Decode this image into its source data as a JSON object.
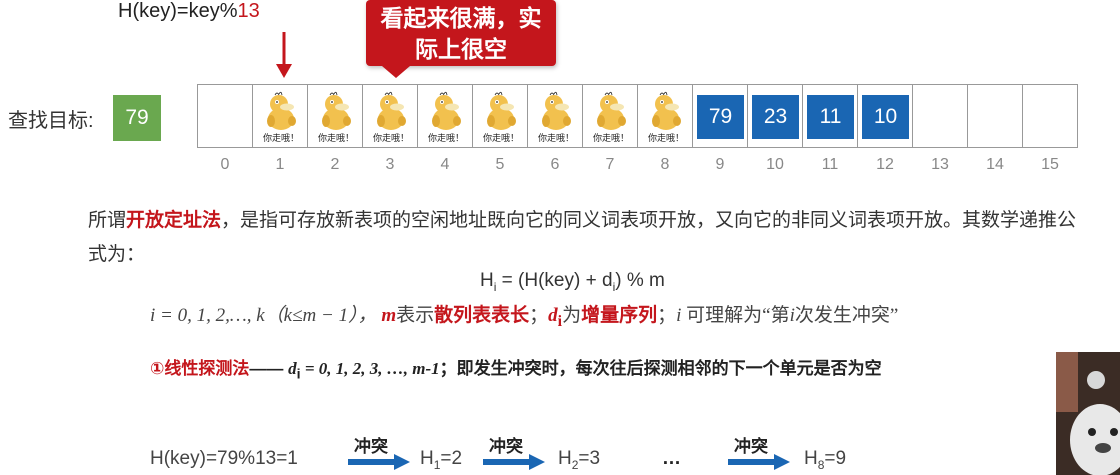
{
  "hash_formula": {
    "prefix": "H(key)=key%",
    "modulus": "13"
  },
  "callout": {
    "line1": "看起来很满，实",
    "line2": "际上很空"
  },
  "target": {
    "label": "查找目标:",
    "value": "79"
  },
  "table": {
    "cells": [
      {
        "type": "empty"
      },
      {
        "type": "duck",
        "caption": "你走哦！"
      },
      {
        "type": "duck",
        "caption": "你走哦！"
      },
      {
        "type": "duck",
        "caption": "你走哦！"
      },
      {
        "type": "duck",
        "caption": "你走哦！"
      },
      {
        "type": "duck",
        "caption": "你走哦！"
      },
      {
        "type": "duck",
        "caption": "你走哦！"
      },
      {
        "type": "duck",
        "caption": "你走哦！"
      },
      {
        "type": "duck",
        "caption": "你走哦！"
      },
      {
        "type": "value",
        "value": "79"
      },
      {
        "type": "value",
        "value": "23"
      },
      {
        "type": "value",
        "value": "11"
      },
      {
        "type": "value",
        "value": "10"
      },
      {
        "type": "empty"
      },
      {
        "type": "empty"
      },
      {
        "type": "empty"
      }
    ],
    "indices": [
      "0",
      "1",
      "2",
      "3",
      "4",
      "5",
      "6",
      "7",
      "8",
      "9",
      "10",
      "11",
      "12",
      "13",
      "14",
      "15"
    ]
  },
  "paragraph": {
    "pre": "所谓",
    "term": "开放定址法",
    "post": "，是指可存放新表项的空闲地址既向它的同义词表项开放，又向它的非同义词表项开放。其数学递推公式为："
  },
  "formula": {
    "h": "H",
    "i_sub": "i",
    "mid": " = (H(key) + d",
    "d_sub": "i",
    "end": ") % m"
  },
  "range_line": {
    "part1": "i = 0, 1, 2,…, k（k≤m − 1）， ",
    "m": "m",
    "m_desc": "表示",
    "m_term": "散列表表长",
    "sep": "；",
    "d": "d",
    "d_sub": "i",
    "d_desc": "为",
    "d_term": "增量序列",
    "sep2": "；",
    "i": "i",
    "tail": " 可理解为“第",
    "i2": "i",
    "tail2": "次发生冲突”"
  },
  "linear_probe": {
    "name": "①线性探测法",
    "dash": "——",
    "d": "d",
    "d_sub": "i",
    "values": " = 0, 1, 2, 3, …, m-1",
    "desc": "；即发生冲突时，每次往后探测相邻的下一个单元是否为空"
  },
  "steps": {
    "start": "H(key)=79%13=1",
    "arrow_label": "冲突",
    "h1": "H",
    "h1_sub": "1",
    "h1_val": "=2",
    "h2": "H",
    "h2_sub": "2",
    "h2_val": "=3",
    "ellipsis": "…",
    "h8": "H",
    "h8_sub": "8",
    "h8_val": "=9"
  },
  "colors": {
    "accent_red": "#c4161c",
    "cell_blue": "#1a66b3",
    "target_green": "#6aa84f"
  }
}
